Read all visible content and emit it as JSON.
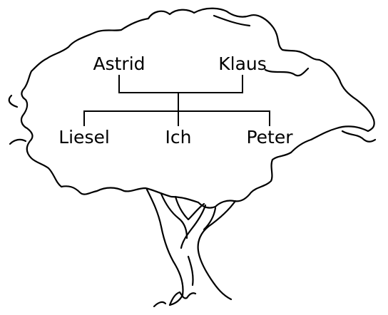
{
  "family_tree": {
    "parents": [
      "Astrid",
      "Klaus"
    ],
    "children": [
      "Liesel",
      "Ich",
      "Peter"
    ]
  }
}
